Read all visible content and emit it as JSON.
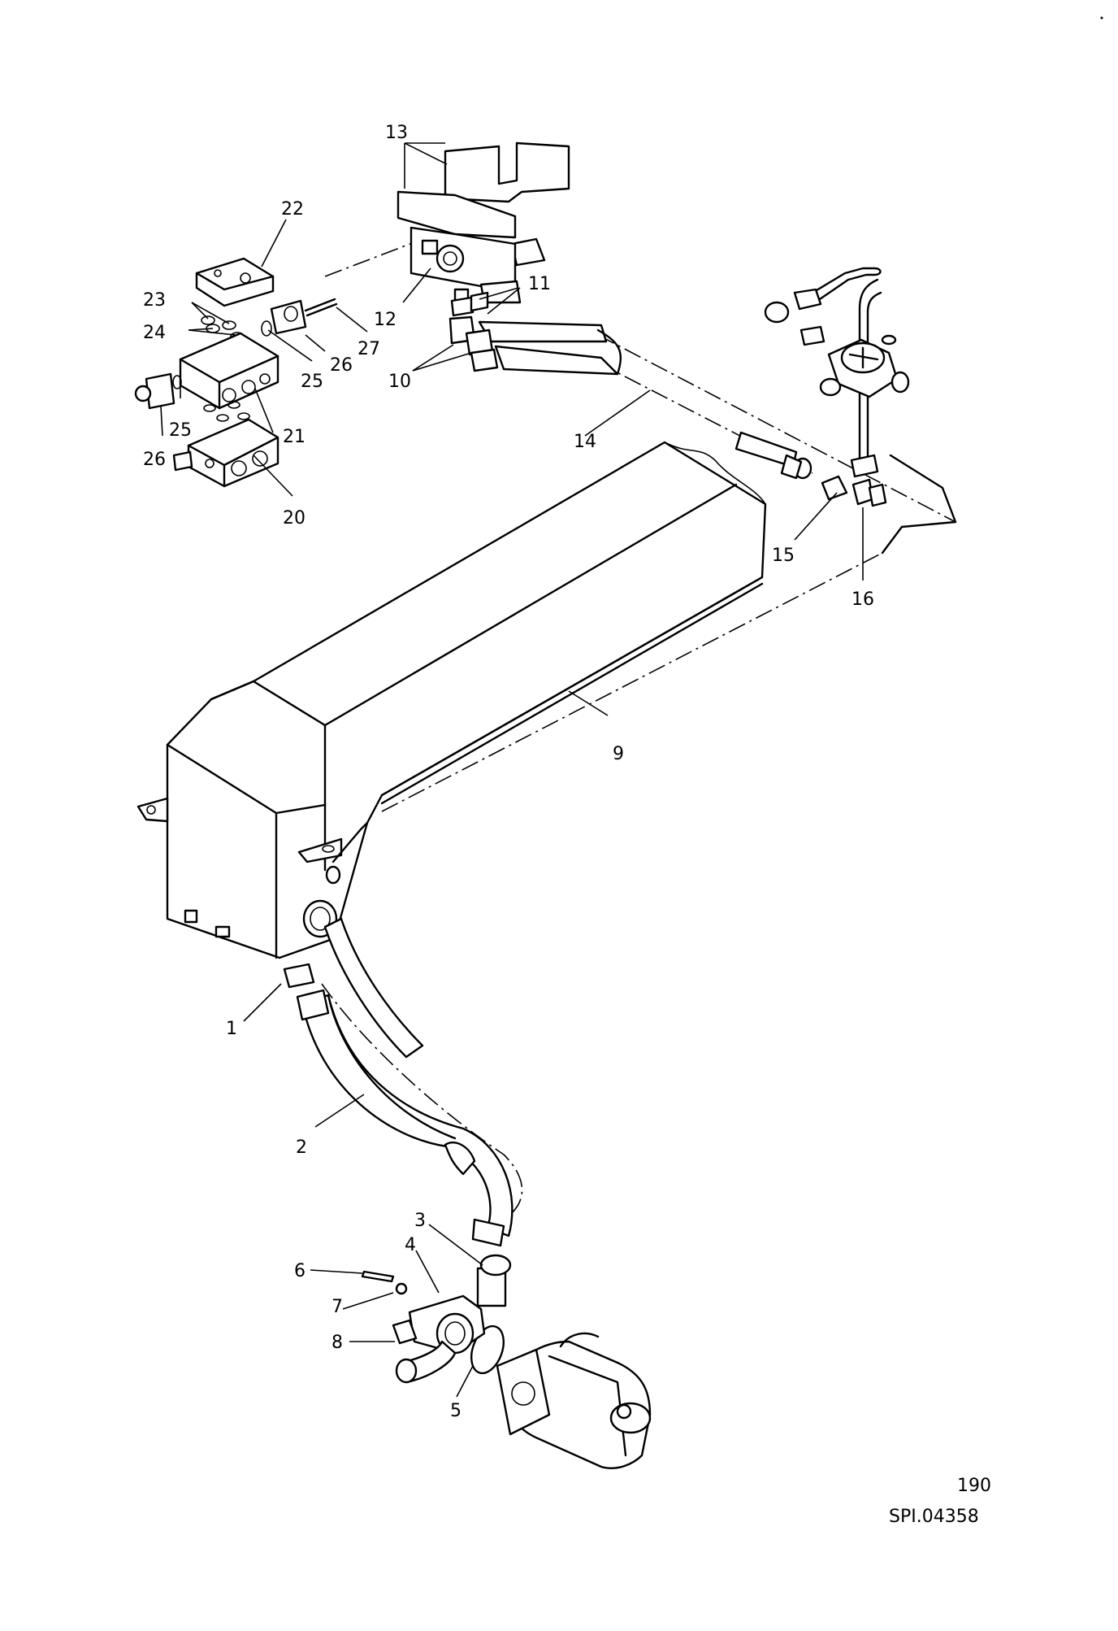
{
  "callouts": {
    "c1": "1",
    "c2": "2",
    "c3": "3",
    "c4": "4",
    "c5": "5",
    "c6": "6",
    "c7": "7",
    "c8": "8",
    "c9": "9",
    "c10": "10",
    "c11": "11",
    "c12": "12",
    "c13": "13",
    "c14": "14",
    "c15": "15",
    "c16": "16",
    "c20": "20",
    "c21": "21",
    "c22": "22",
    "c23": "23",
    "c24": "24",
    "c25a": "25",
    "c25b": "25",
    "c26a": "26",
    "c26b": "26",
    "c27": "27"
  },
  "footer": {
    "page_number": "190",
    "drawing_code": "SPI.04358"
  }
}
